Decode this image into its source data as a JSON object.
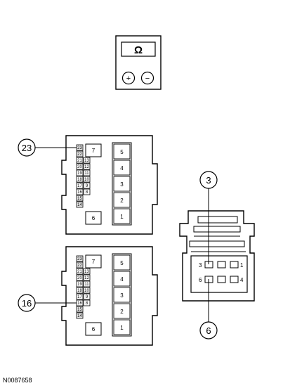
{
  "figure_id": "N0087658",
  "meter": {
    "symbol": "Ω",
    "plus": "+",
    "minus": "−"
  },
  "upper_connector": {
    "callout": "23",
    "small_pins_top": [
      "23",
      "22"
    ],
    "small_pin_pairs": [
      [
        "21",
        "13"
      ],
      [
        "20",
        "12"
      ],
      [
        "19",
        "11"
      ],
      [
        "18",
        "10"
      ],
      [
        "17",
        "9"
      ],
      [
        "16",
        "8"
      ]
    ],
    "small_pins_bottom": [
      "15",
      "14"
    ],
    "large_left_top": "7",
    "large_left_bottom": "6",
    "large_right": [
      "5",
      "4",
      "3",
      "2",
      "1"
    ]
  },
  "lower_connector": {
    "callout": "16",
    "small_pins_top": [
      "23",
      "22"
    ],
    "small_pin_pairs": [
      [
        "21",
        "13"
      ],
      [
        "20",
        "12"
      ],
      [
        "19",
        "11"
      ],
      [
        "18",
        "10"
      ],
      [
        "17",
        "9"
      ],
      [
        "16",
        "8"
      ]
    ],
    "small_pins_bottom": [
      "15",
      "14"
    ],
    "large_left_top": "7",
    "large_left_bottom": "6",
    "large_right": [
      "5",
      "4",
      "3",
      "2",
      "1"
    ]
  },
  "side_connector": {
    "callout_top": "3",
    "callout_bottom": "6",
    "row1": [
      "3",
      "1"
    ],
    "row2": [
      "6",
      "4"
    ]
  }
}
